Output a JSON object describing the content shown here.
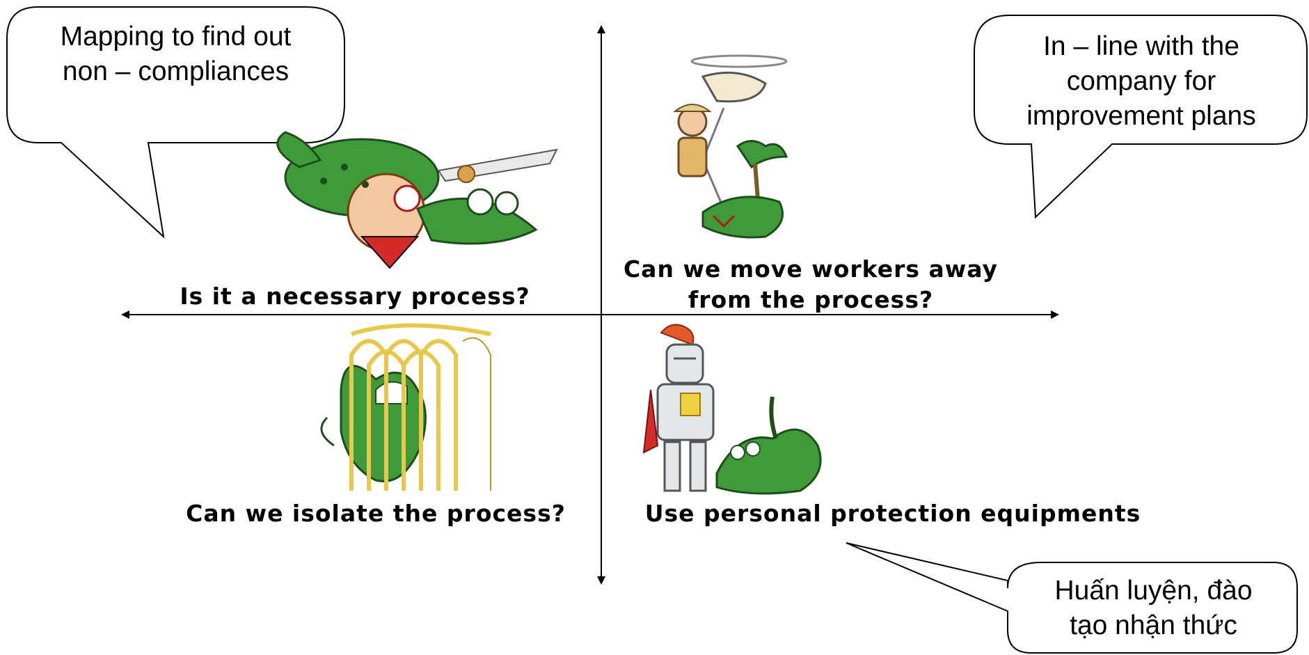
{
  "bubbles": {
    "top_left": [
      "Mapping to find out",
      "non – compliances"
    ],
    "top_right": [
      "In – line with the",
      "company for",
      "improvement plans"
    ],
    "bottom_right": [
      "Huấn luyện, đào",
      "tạo nhận thức"
    ]
  },
  "quadrants": {
    "top_left": "Is it a necessary process?",
    "top_right": [
      "Can we move workers away",
      "from the process?"
    ],
    "bottom_left": "Can we isolate the process?",
    "bottom_right": "Use personal protection equipments"
  },
  "illustrations": {
    "top_left": "crocodile-biting-person-illustration",
    "top_right": "workers-lifted-by-helicopter-illustration",
    "bottom_left": "caged-crocodile-illustration",
    "bottom_right": "armored-knight-with-crocodile-illustration"
  },
  "colors": {
    "crocodile_green": "#3f9b3a",
    "cage_yellow": "#e8c84a",
    "lines": "#000000"
  }
}
